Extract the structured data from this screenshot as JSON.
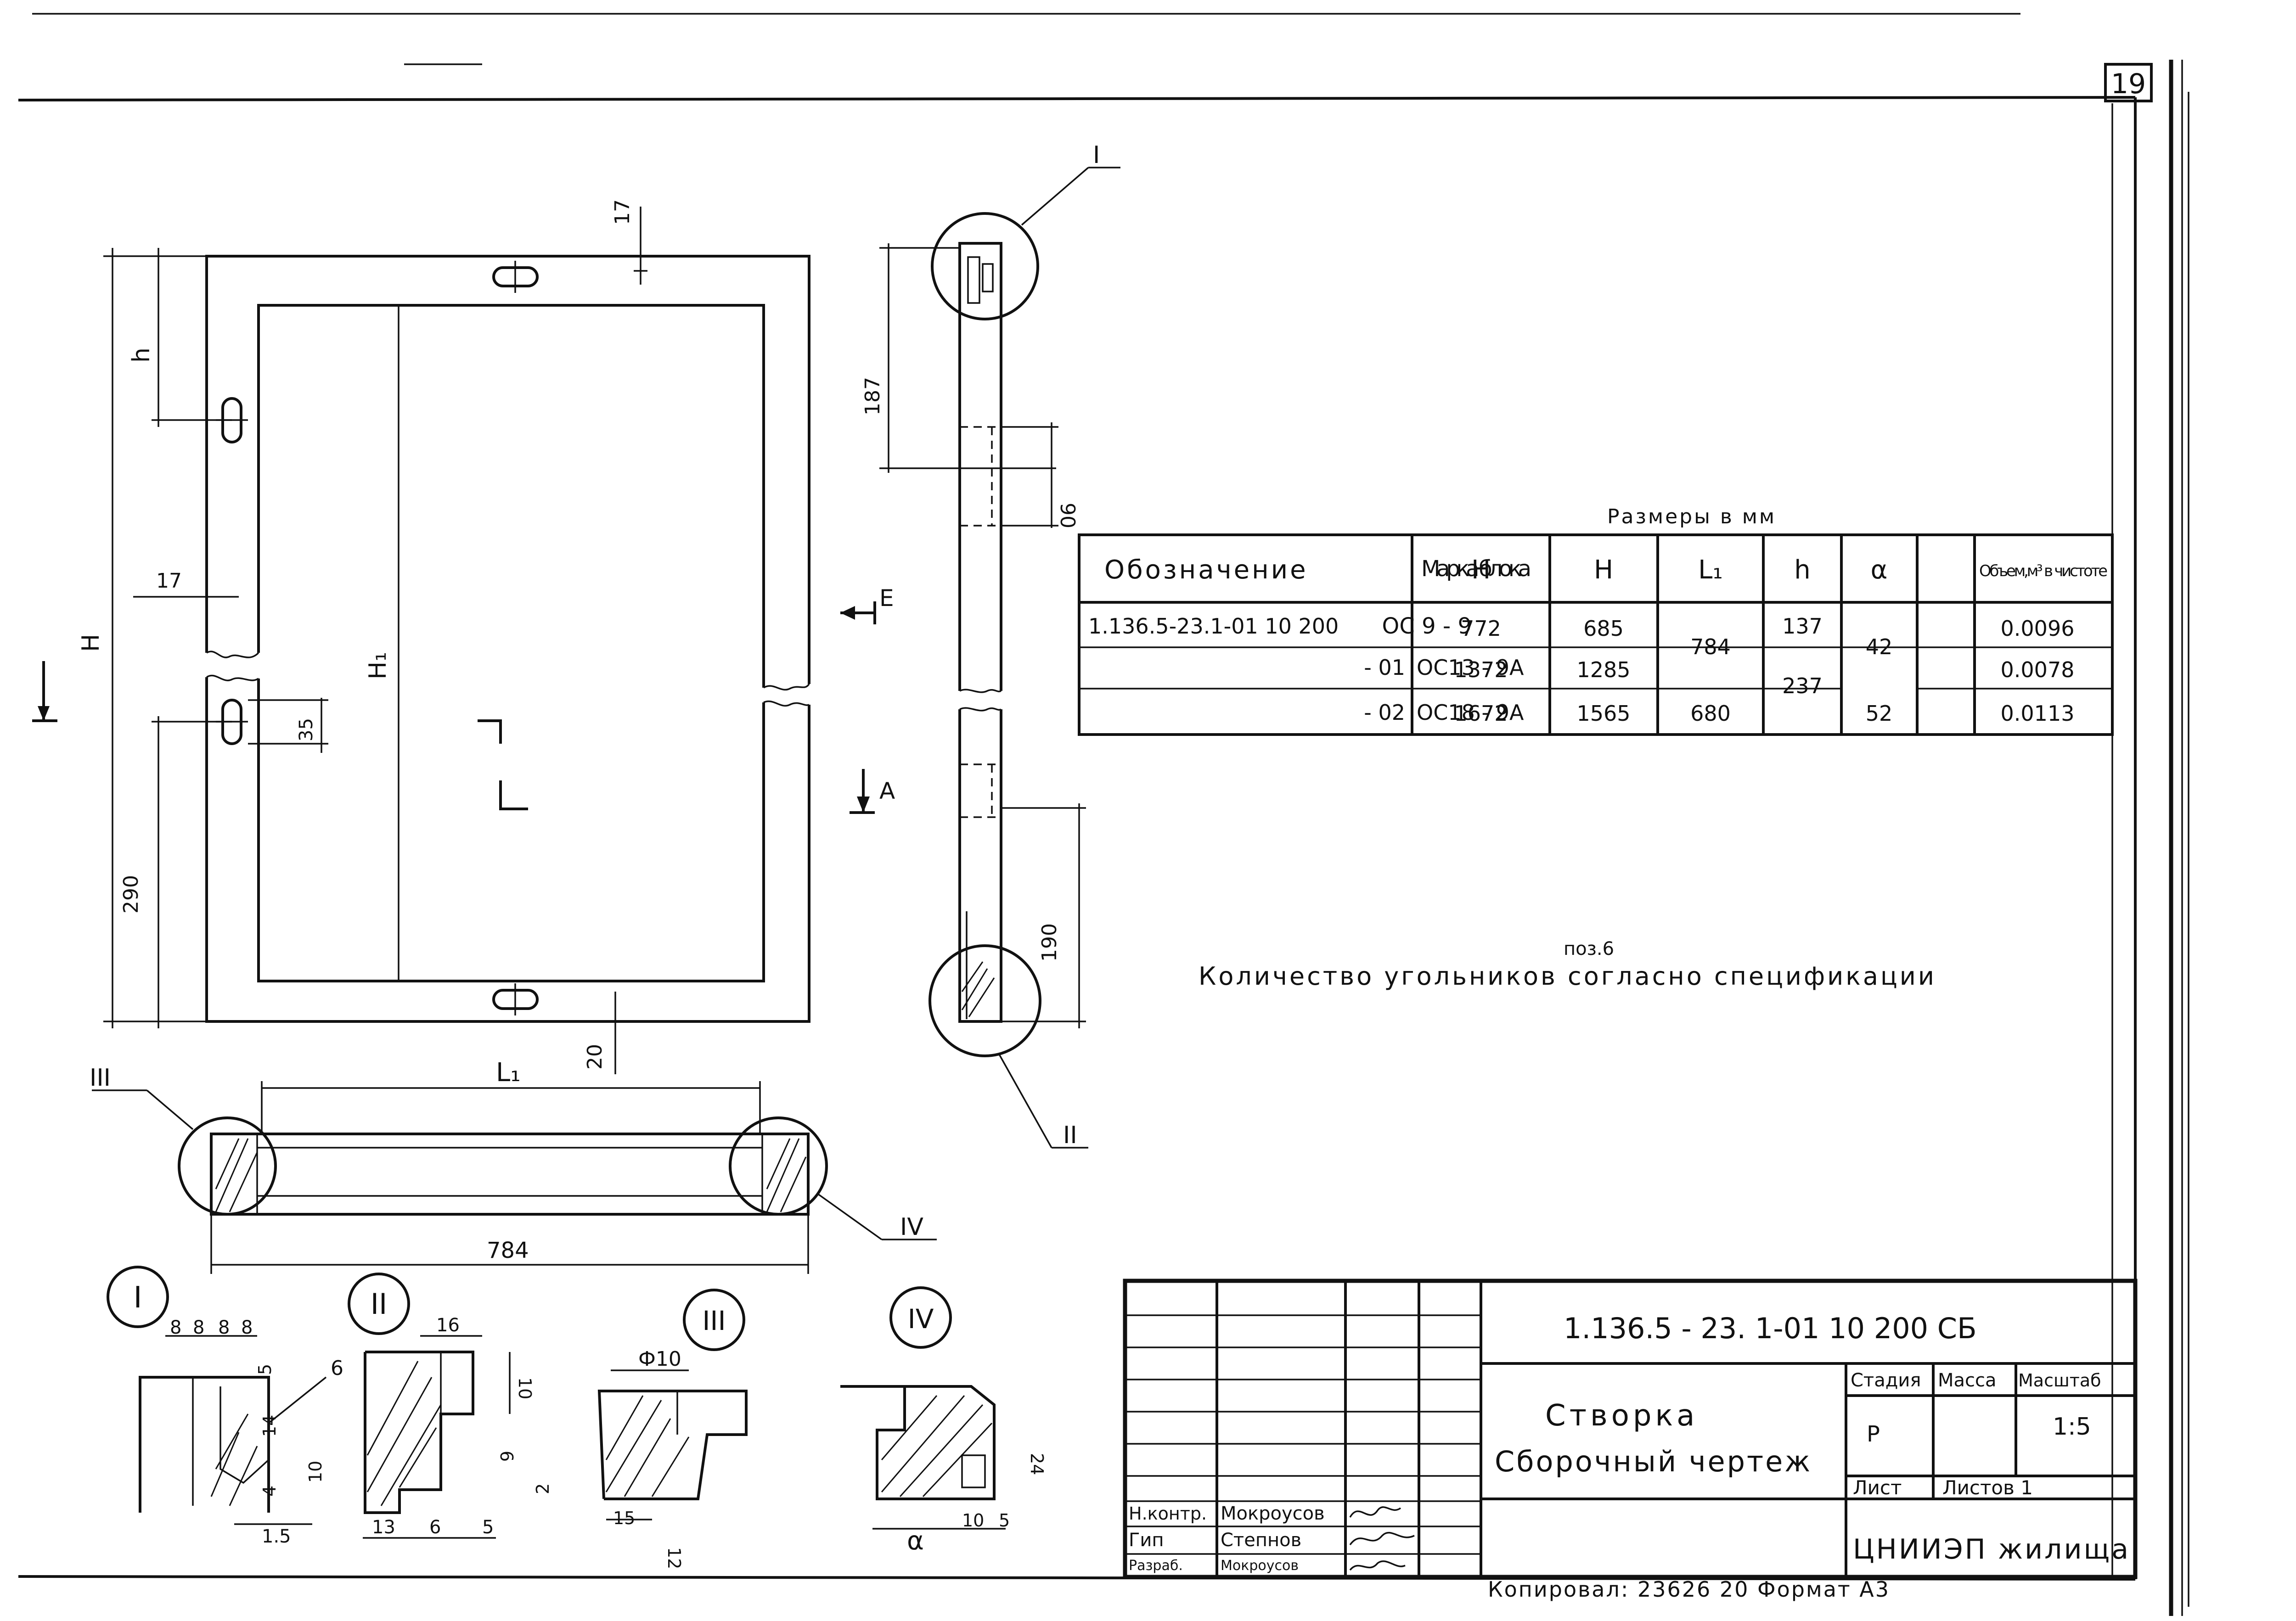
{
  "page_number": "19",
  "drawing": {
    "dims": {
      "d17_top": "17",
      "h": "h",
      "d187": "187",
      "d90": "90",
      "d17_left": "17",
      "H": "H",
      "H1": "H₁",
      "d35": "35",
      "d290": "290",
      "d20": "20",
      "d190": "190",
      "L1": "L₁",
      "d784": "784"
    },
    "views": {
      "E": "E",
      "A": "A"
    },
    "callouts": {
      "I": "I",
      "II": "II",
      "III": "III",
      "IV": "IV"
    }
  },
  "note": {
    "pos": "поз.6",
    "text": "Количество угольников согласно спецификации"
  },
  "details": {
    "I": {
      "label": "I",
      "dims": [
        "8",
        "8",
        "8",
        "8",
        "5",
        "6",
        "14",
        "10",
        "4",
        "1.5"
      ]
    },
    "II": {
      "label": "II",
      "dims": [
        "16",
        "10",
        "6",
        "13",
        "6",
        "5"
      ]
    },
    "III": {
      "label": "III",
      "dims": [
        "Ф10",
        "2",
        "15",
        "12"
      ]
    },
    "IV": {
      "label": "IV",
      "dims": [
        "24",
        "α",
        "10",
        "5"
      ]
    }
  },
  "table": {
    "caption": "Размеры в мм",
    "headers": [
      "Обозначение",
      "Марка блока",
      "Н",
      "Н",
      "L₁",
      "h",
      "α",
      "Объем,м³ в чистоте"
    ],
    "rows": [
      {
        "designation": "1.136.5-23.1-01 10 200",
        "mark": "ОС 9 - 9",
        "H": "772",
        "H1": "685",
        "volume": "0.0096"
      },
      {
        "designation": "- 01",
        "mark": "ОС13 - 9А",
        "H": "1372",
        "H1": "1285",
        "volume": "0.0078"
      },
      {
        "designation": "- 02",
        "mark": "ОС18 - 9А",
        "H": "1672",
        "H1": "1565",
        "L1": "680",
        "alpha": "52",
        "volume": "0.0113"
      }
    ],
    "merged": {
      "L1_top": "784",
      "h_row1": "137",
      "h_rows23": "237",
      "alpha_top": "42"
    }
  },
  "title_block": {
    "code": "1.136.5 - 23. 1-01 10 200 СБ",
    "name_line1": "Створка",
    "name_line2": "Сборочный чертеж",
    "stage_label": "Стадия",
    "mass_label": "Масса",
    "scale_label": "Масштаб",
    "stage": "Р",
    "scale": "1:5",
    "sheet_label": "Лист",
    "sheets_label": "Листов 1",
    "org": "ЦНИИЭП жилища",
    "roles": [
      {
        "role": "Н.контр.",
        "name": "Мокроусов"
      },
      {
        "role": "Гип",
        "name": "Степнов"
      },
      {
        "role": "Разраб.",
        "name": "Мокроусов"
      }
    ]
  },
  "footer": "Копировал: 23626 20 Формат А3"
}
